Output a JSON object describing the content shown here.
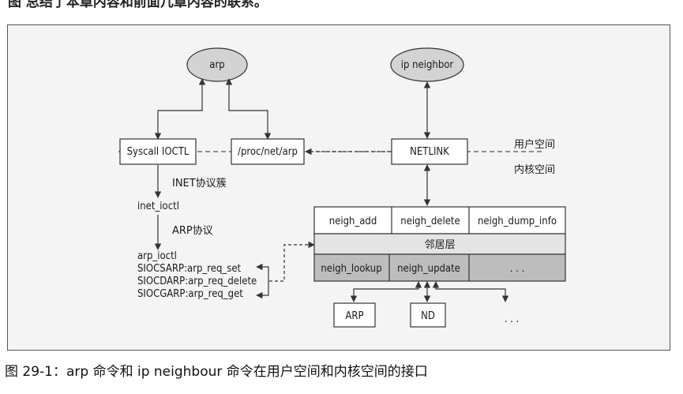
{
  "captions": {
    "top": "图    总结了本章内容和前面几章内容的联系。",
    "bottom": "图 29-1：arp 命令和 ip neighbour 命令在用户空间和内核空间的接口"
  },
  "nodes": {
    "arp": "arp",
    "ip_neighbor": "ip neighbor",
    "syscall_ioctl": "Syscall IOCTL",
    "proc_net_arp": "/proc/net/arp",
    "netlink": "NETLINK",
    "user_space": "用户空间",
    "kernel_space": "内核空间",
    "inet_family": "INET协议簇",
    "inet_ioctl": "inet_ioctl",
    "arp_protocol": "ARP协议",
    "arp_ioctl": "arp_ioctl",
    "siocsarp": "SIOCSARP:arp_req_set",
    "siocdarp": "SIOCDARP:arp_req_delete",
    "siocgarp": "SIOCGARP:arp_req_get",
    "arp_box": "ARP",
    "nd_box": "ND",
    "more_bottom": ". . ."
  },
  "neighbor_table": {
    "row1": [
      "neigh_add",
      "neigh_delete",
      "neigh_dump_info"
    ],
    "layer_label": "邻居层",
    "row3": [
      "neigh_lookup",
      "neigh_update",
      ". . ."
    ]
  },
  "colors": {
    "ellipse_fill": "#d3d3d3",
    "table_row1": "#ffffff",
    "table_row2": "#e4e4e4",
    "table_row3": "#bdbdbd",
    "stroke": "#333333"
  }
}
